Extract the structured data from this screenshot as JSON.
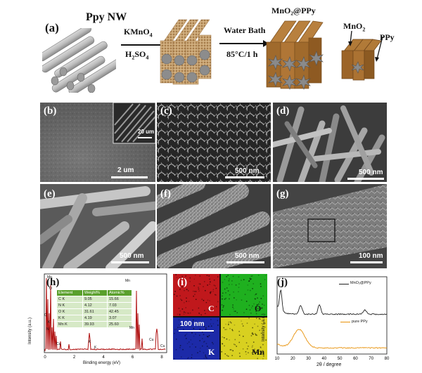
{
  "schematic": {
    "panel_label": "(a)",
    "ppy_nw": "Ppy NW",
    "reagent_top": "KMnO",
    "reagent_top_sub": "4",
    "reagent_bottom": "H",
    "reagent_bottom_sub": "2",
    "reagent_bottom_mid": "SO",
    "reagent_bottom_sub2": "4",
    "water_bath": "Water Bath",
    "condition": "85°C/1 h",
    "product": "MnO₂@PPy",
    "mno2_label": "MnO",
    "mno2_sub": "2",
    "ppy_label": "PPy"
  },
  "sem_panels": [
    {
      "label": "(b)",
      "scale": "2 um",
      "inset_scale": "20 um"
    },
    {
      "label": "(c)",
      "scale": "500 nm"
    },
    {
      "label": "(d)",
      "scale": "500 nm"
    },
    {
      "label": "(e)",
      "scale": "500 nm"
    },
    {
      "label": "(f)",
      "scale": "500 nm"
    },
    {
      "label": "(g)",
      "scale": "100 nm"
    }
  ],
  "eds": {
    "label": "(h)",
    "ylabel": "Intensity (a.u.)",
    "xlabel": "Binding energy (eV)",
    "xticks": [
      "0",
      "2",
      "4",
      "6",
      "8"
    ],
    "table_header": [
      "Element",
      "Weight%",
      "Atomic%"
    ],
    "table_rows": [
      [
        "C K",
        "9.05",
        "15.66"
      ],
      [
        "N K",
        "4.12",
        "7.03"
      ],
      [
        "O K",
        "31.61",
        "42.45"
      ],
      [
        "K K",
        "4.19",
        "3.07"
      ],
      [
        "Mn K",
        "39.93",
        "25.60"
      ]
    ],
    "peaks": [
      "Mn",
      "O",
      "C",
      "K",
      "N",
      "Mn",
      "Mn",
      "Cu",
      "Cu",
      "K",
      "K",
      "Cu"
    ]
  },
  "mapping": {
    "label": "(i)",
    "tiles": [
      "C",
      "O",
      "K",
      "Mn"
    ],
    "colors": [
      "#c0181c",
      "#1fb01f",
      "#1c2aa8",
      "#d8d020"
    ],
    "scale": "100 nm"
  },
  "xrd": {
    "label": "(j)",
    "ylabel": "Intensity ( a.u.)",
    "xlabel": "2θ / degree",
    "xticks": [
      "10",
      "20",
      "30",
      "40",
      "50",
      "60",
      "70",
      "80"
    ],
    "legend_top": "MnO₂@PPy",
    "legend_bottom": "pure PPy",
    "series_colors": [
      "#222222",
      "#e8920a"
    ]
  }
}
